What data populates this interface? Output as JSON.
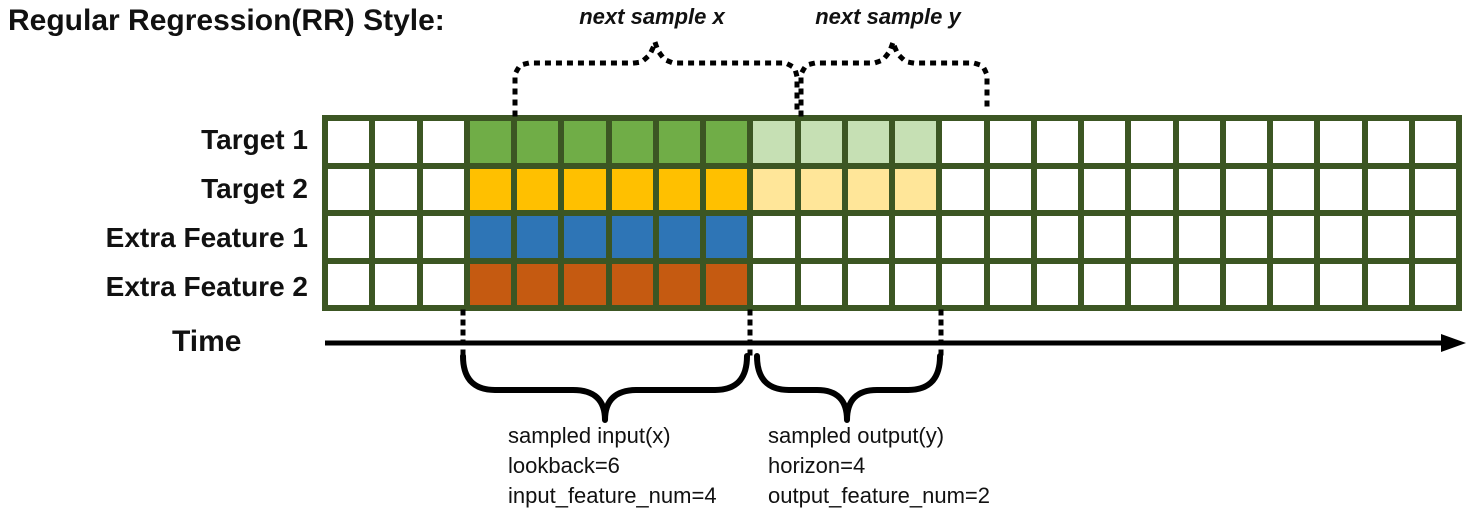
{
  "title": "Regular Regression(RR) Style:",
  "top_annotations": {
    "next_sample_x": "next sample x",
    "next_sample_y": "next sample y"
  },
  "grid": {
    "columns": 24,
    "lead_empty_columns": 3,
    "lookback": 6,
    "horizon": 4,
    "border_color": "#3C5623",
    "empty_cell_color": "#ffffff",
    "rows": [
      {
        "label": "Target 1",
        "lookback_color": "#70AD47",
        "horizon_color": "#C6E0B4"
      },
      {
        "label": "Target 2",
        "lookback_color": "#FFC000",
        "horizon_color": "#FFE699"
      },
      {
        "label": "Extra Feature 1",
        "lookback_color": "#2E75B6",
        "horizon_color": null
      },
      {
        "label": "Extra Feature 2",
        "lookback_color": "#C55A11",
        "horizon_color": null
      }
    ]
  },
  "time_axis": {
    "label": "Time"
  },
  "bottom_annotations": {
    "input": {
      "lines": [
        "sampled input(x)",
        "lookback=6",
        "input_feature_num=4"
      ]
    },
    "output": {
      "lines": [
        "sampled output(y)",
        "horizon=4",
        "output_feature_num=2"
      ]
    }
  },
  "annotation_color": "#000000"
}
